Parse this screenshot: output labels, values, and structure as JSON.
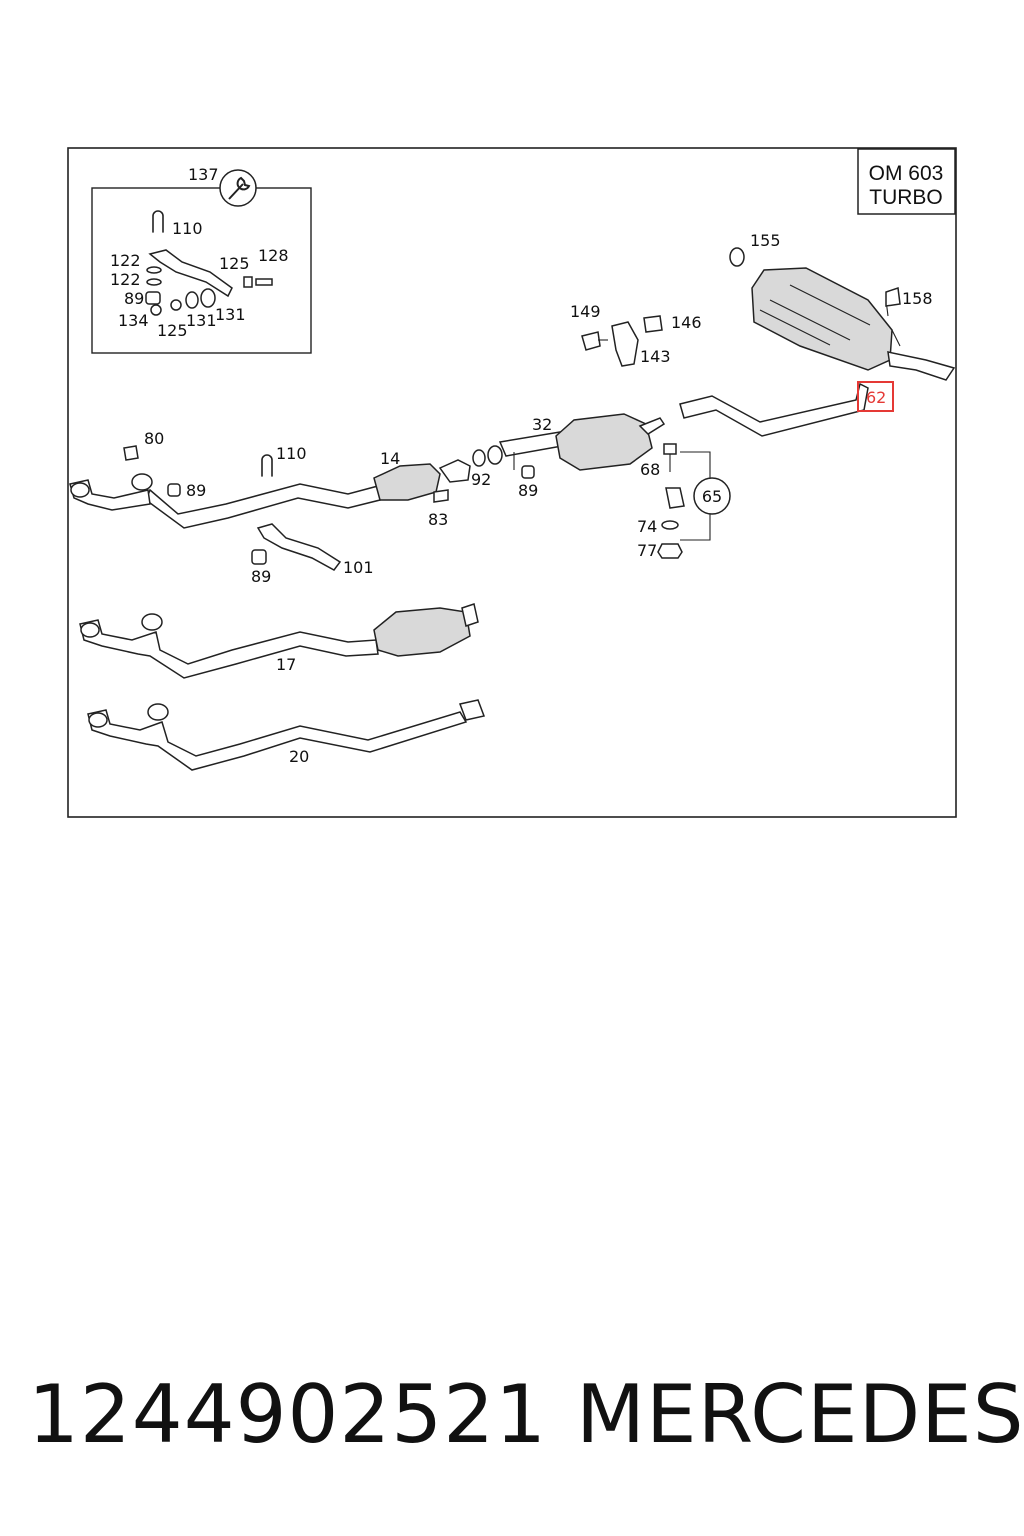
{
  "engine_box": {
    "line1": "OM 603",
    "line2": "TURBO"
  },
  "labels": {
    "l137": "137",
    "l110a": "110",
    "l122a": "122",
    "l122b": "122",
    "l125a": "125",
    "l128": "128",
    "l89a": "89",
    "l134": "134",
    "l125b": "125",
    "l131a": "131",
    "l131b": "131",
    "l155": "155",
    "l158": "158",
    "l149": "149",
    "l146": "146",
    "l143": "143",
    "l62": "62",
    "l32": "32",
    "l80": "80",
    "l110b": "110",
    "l14": "14",
    "l92": "92",
    "l89b": "89",
    "l89c": "89",
    "l83": "83",
    "l68": "68",
    "l65": "65",
    "l74": "74",
    "l77": "77",
    "l89d": "89",
    "l101": "101",
    "l17": "17",
    "l20": "20"
  },
  "highlight": {
    "part": "62",
    "color": "#e53935"
  },
  "footer": {
    "part_number": "1244902521",
    "make": "MERCEDES"
  }
}
